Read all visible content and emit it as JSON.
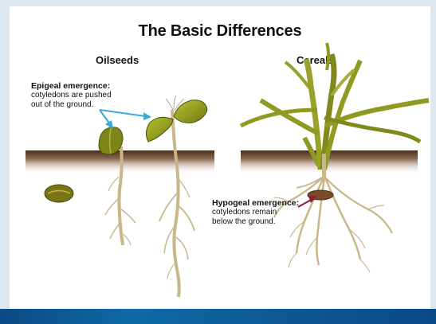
{
  "title": "The Basic Differences",
  "oilseeds": {
    "heading": "Oilseeds",
    "note_title": "Epigeal emergence:",
    "note_line1": "cotyledons are pushed",
    "note_line2": "out of the ground."
  },
  "cereals": {
    "heading": "Cereals",
    "note_title": "Hypogeal emergence:",
    "note_line1": "cotyledons remain",
    "note_line2": "below the ground."
  },
  "colors": {
    "soil": "#5a3520",
    "cotyledon": "#8f9a22",
    "seed": "#7a7418",
    "root": "#c9b78a",
    "arrow_epigeal": "#3aa9d8",
    "arrow_hypogeal": "#8a1f3a",
    "band": "#0b4a86"
  }
}
